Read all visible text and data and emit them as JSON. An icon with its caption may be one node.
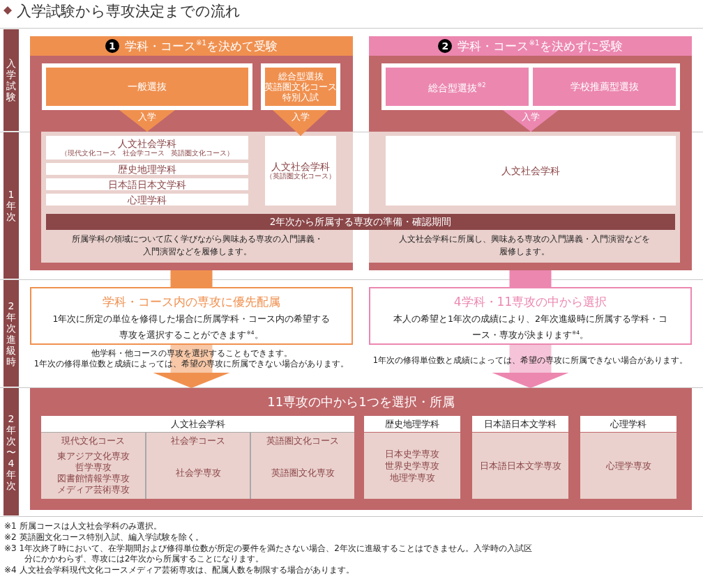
{
  "diagram": {
    "title": "入学試験から専攻決定までの流れ",
    "nodes": [
      {
        "text": [
          "入学試験"
        ]
      },
      {
        "text": [
          "1年次"
        ]
      },
      {
        "text": [
          "2年次進級時"
        ]
      },
      {
        "text": [
          "2年次〜4年次"
        ]
      },
      {
        "text": [
          "1",
          "学科・コース$^{※1}$を決めて受験"
        ]
      },
      {
        "text": [
          "一般選抜"
        ],
        "in": 4
      },
      {
        "text": [
          "総合型選抜",
          "英語圏文化コース特別入試"
        ],
        "in": 4
      },
      {
        "text": [
          "所属学科の領域について広く学びながら興味ある専攻の入門講義・入門演習などを履修します。"
        ],
        "in": 4
      },
      {
        "text": [
          "人文社会学科",
          "（現代文化コース 社会学コース 英語圏文化コース）"
        ],
        "in": 7
      },
      {
        "text": [
          "歴史地理学科"
        ],
        "in": 7
      },
      {
        "text": [
          "日本語日本文学科"
        ],
        "in": 7
      },
      {
        "text": [
          "心理学科"
        ],
        "in": 7
      },
      {
        "text": [
          "人文社会学科",
          "（英語圏文化コース）"
        ],
        "in": 7
      },
      {
        "text": [
          "2",
          "学科・コース$^{※1}$を決めずに受験"
        ]
      },
      {
        "text": [
          "総合型選抜$^{※2}$"
        ],
        "in": 13
      },
      {
        "text": [
          "学校推薦型選抜"
        ],
        "in": 13
      },
      {
        "text": [
          "人文社会学科に所属し、興味ある専攻の入門講義・入門演習などを履修します。"
        ],
        "in": 13
      },
      {
        "text": [
          "人文社会学科"
        ],
        "in": 16
      },
      {
        "text": [
          "2年次から所属する専攻の準備・確認期間"
        ]
      },
      {
        "text": [
          "学科・コース内の専攻に優先配属",
          "1年次に所定の単位を修得した場合に所属学科・コース内の希望する専攻を選択することができます$^{※4}$。"
        ],
        "beside": [
          "他学科・他コースの専攻を選択することもできます。",
          "1年次の修得単位数と成績によっては、希望の専攻に所属できない場合があります。"
        ]
      },
      {
        "text": [
          "4学科・11専攻の中から選択",
          "本人の希望と1年次の成績により、2年次進級時に所属する学科・コース・専攻が決まります$^{※4}$。"
        ],
        "beside": [
          "1年次の修得単位数と成績によっては、希望の専攻に所属できない場合があります。"
        ]
      },
      {
        "text": [
          "11専攻の中から1つを選択・所属"
        ]
      },
      {
        "text": [
          "人文社会学科"
        ],
        "in": 21
      },
      {
        "text": [
          "現代文化コース",
          "東アジア文化専攻",
          "哲学専攻",
          "図書館情報学専攻",
          "メディア芸術専攻"
        ],
        "in": 22
      },
      {
        "text": [
          "社会学コース",
          "社会学専攻"
        ],
        "in": 22
      },
      {
        "text": [
          "英語圏文化コース",
          "英語圏文化専攻"
        ],
        "in": 22
      },
      {
        "text": [
          "歴史地理学科",
          "日本史学専攻",
          "世界史学専攻",
          "地理学専攻"
        ],
        "in": 21
      },
      {
        "text": [
          "日本語日本文学科",
          "日本語日本文学専攻"
        ],
        "in": 21
      },
      {
        "text": [
          "心理学科",
          "心理学専攻"
        ],
        "in": 21
      }
    ],
    "edges": [
      {
        "from": 5,
        "to": 7,
        "arrow": "to",
        "label": "入学"
      },
      {
        "from": 6,
        "to": 12,
        "arrow": "to",
        "label": "入学"
      },
      {
        "from": 14,
        "to": 16,
        "arrow": "to",
        "label": "入学",
        "color": "#ec87b0"
      },
      {
        "from": 15,
        "to": 16,
        "arrow": "to",
        "color": "#ec87b0"
      },
      {
        "from": 4,
        "to": 19,
        "arrow": "none",
        "style": "thick"
      },
      {
        "from": 13,
        "to": 20,
        "arrow": "none",
        "style": "thick",
        "color": "#ec87b0"
      },
      {
        "from": 19,
        "to": 21,
        "arrow": "to",
        "style": "thick"
      },
      {
        "from": 20,
        "to": 21,
        "arrow": "to",
        "style": "thick",
        "color": "#ec87b0"
      }
    ],
    "labels": [
      "※1 所属コースは人文社会学科のみ選択。",
      "※2 英語圏文化コース特別入試、編入学試験を除く。",
      "※3 1年次終了時において、在学期間および修得単位数が所定の要件を満たさない場合、2年次に進級することはできません。入学時の入試区分にかかわらず、専攻には2年次から所属することになります。",
      "※4 人文社会学科現代文化コースメディア芸術専攻は、配属人数を制限する場合があります。"
    ]
  }
}
